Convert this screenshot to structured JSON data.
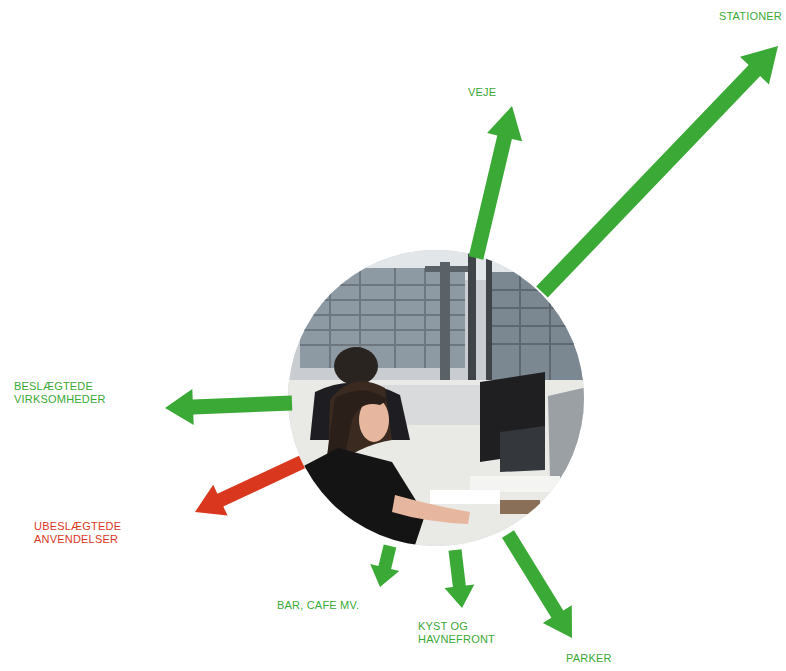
{
  "diagram": {
    "labels": [
      "STATIONER",
      "VEJE",
      "BESLÆGTEDE VIRKSOMHEDER",
      "UBESLÆGTEDE ANVENDELSER",
      "BAR, CAFE MV.",
      "KYST OG HAVNEFRONT",
      "PARKER"
    ]
  }
}
